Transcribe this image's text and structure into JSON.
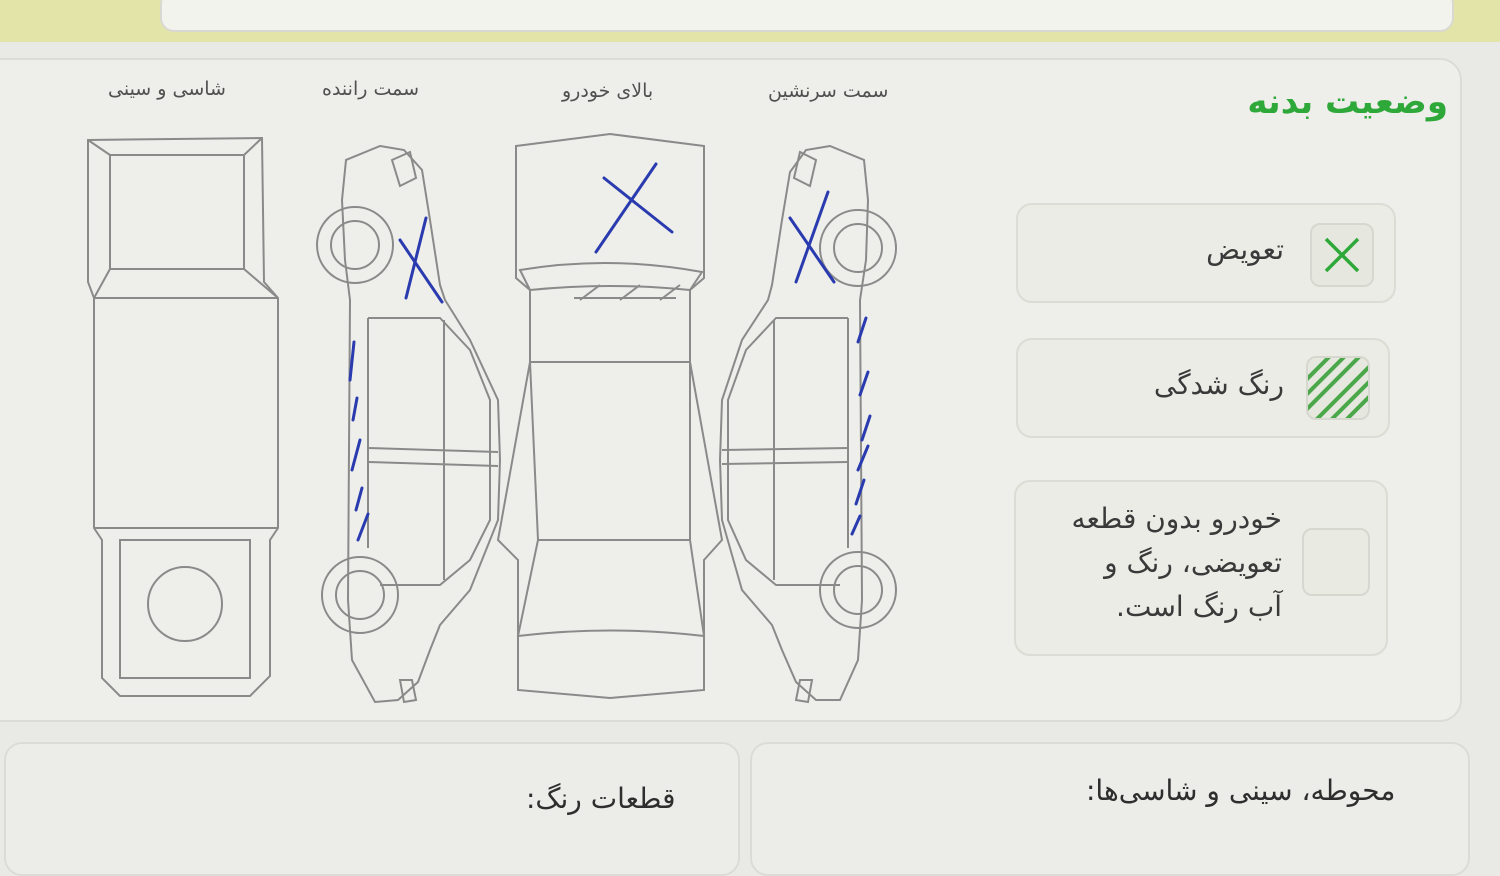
{
  "section": {
    "title": "وضعیت بدنه"
  },
  "legend": {
    "replace": "تعویض",
    "painted": "رنگ شدگی",
    "clean_line1": "خودرو بدون قطعه",
    "clean_line2": "تعویضی، رنگ و",
    "clean_line3": "آب رنگ است."
  },
  "diagram_labels": {
    "passenger_side": "سمت سرنشین",
    "car_top": "بالای خودرو",
    "driver_side": "سمت راننده",
    "chassis": "شاسی و سینی"
  },
  "bottom": {
    "paint_parts": "قطعات رنگ:",
    "axle_chassis": "محوطه، سینی و شاسی‌ها:"
  },
  "colors": {
    "accent_green": "#2fa83a",
    "ink_blue": "#2a3bb0",
    "line_gray": "#8a8a8a"
  },
  "icons": [
    "replace-x-icon",
    "painted-hatch-icon",
    "empty-checkbox-icon"
  ]
}
